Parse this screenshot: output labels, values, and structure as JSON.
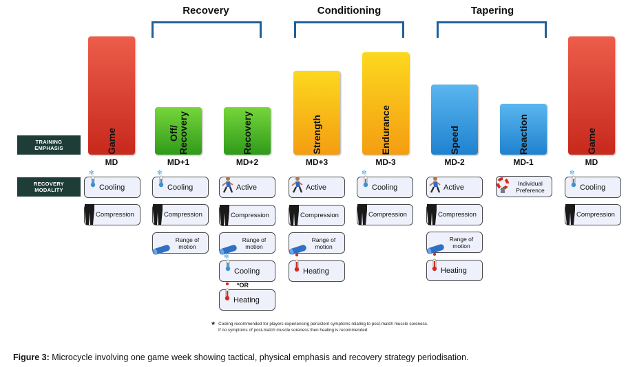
{
  "phases": [
    {
      "title": "Recovery"
    },
    {
      "title": "Conditioning"
    },
    {
      "title": "Tapering"
    }
  ],
  "side_labels": {
    "training_emphasis": "TRAINING\nEMPHASIS",
    "recovery_modality": "RECOVERY\nMODALITY"
  },
  "days": [
    {
      "day": "MD",
      "emphasis": "Game",
      "color": "#d8392a"
    },
    {
      "day": "MD+1",
      "emphasis": "Off/\nRecovery",
      "color": "#4caf27"
    },
    {
      "day": "MD+2",
      "emphasis": "Recovery",
      "color": "#4caf27"
    },
    {
      "day": "MD+3",
      "emphasis": "Strength",
      "color": "#f7b318"
    },
    {
      "day": "MD-3",
      "emphasis": "Endurance",
      "color": "#f7b318"
    },
    {
      "day": "MD-2",
      "emphasis": "Speed",
      "color": "#3597dd"
    },
    {
      "day": "MD-1",
      "emphasis": "Reaction",
      "color": "#3597dd"
    },
    {
      "day": "MD",
      "emphasis": "Game",
      "color": "#d8392a"
    }
  ],
  "modalities": {
    "cooling": "Cooling",
    "compression": "Compression",
    "active": "Active",
    "range_of_motion": "Range of\nmotion",
    "heating": "Heating",
    "individual_preference": "Individual\nPreference",
    "or_note": "*OR"
  },
  "footnote": {
    "line1": "Cooling recommended for players experiencing persistent symptoms relating to post-match muscle soreness.",
    "line2": "If no symptoms of post-match muscle soreness then heating is recommended"
  },
  "caption": {
    "label": "Figure 3:",
    "text": " Microcycle involving one game week showing tactical, physical emphasis and recovery strategy periodisation."
  }
}
